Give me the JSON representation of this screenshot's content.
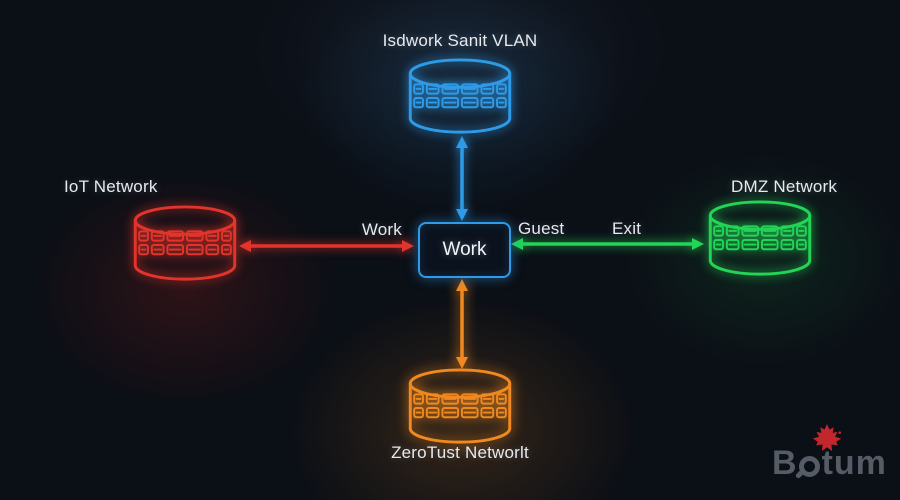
{
  "nodes": {
    "vlan": {
      "label": "Isdwork Sanit VLAN"
    },
    "iot": {
      "label": "IoT Network"
    },
    "dmz": {
      "label": "DMZ Network"
    },
    "zerotrust": {
      "label": "ZeroTust Networlt"
    },
    "hub": {
      "label": "Work"
    }
  },
  "edges": {
    "iot_hub": {
      "label": "Work"
    },
    "dmz_hub": {
      "labels": [
        "Guest",
        "Exit"
      ]
    }
  },
  "logo": {
    "prefix": "B",
    "suffix": "tum"
  },
  "colors": {
    "blue": "#2f9be8",
    "red": "#e3342b",
    "green": "#23d456",
    "orange": "#f0891f",
    "background": "#0b0f16",
    "text": "#e6e9ee",
    "logo": "#555c66",
    "leaf": "#c1272d"
  }
}
